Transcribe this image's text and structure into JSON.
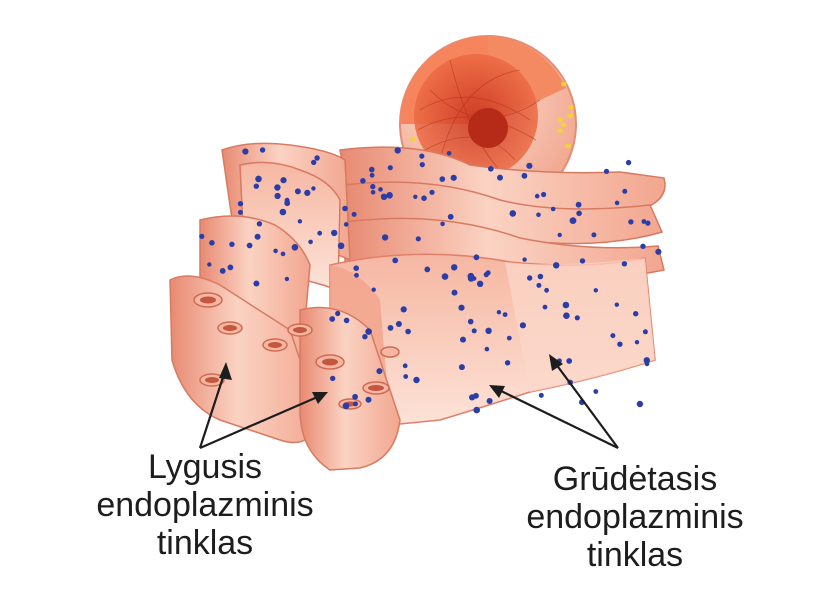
{
  "labels": {
    "smooth_er": [
      "Lygusis",
      "endoplazminis",
      "tinklas"
    ],
    "rough_er": [
      "Grūdėtasis",
      "endoplazminis",
      "tinklas"
    ]
  },
  "icons": [
    "nucleus-illustration",
    "endoplasmic-reticulum-illustration",
    "ribosome-dots",
    "pointer-arrows"
  ],
  "colors": {
    "membrane": "#f3a890",
    "membrane_light": "#fcd6c6",
    "membrane_dark": "#d86a54",
    "ribosome": "#2b3ea8",
    "nuclear_pore": "#f2d23a",
    "nucleus_inner": "#e4552e",
    "text": "#1d1d1d"
  }
}
